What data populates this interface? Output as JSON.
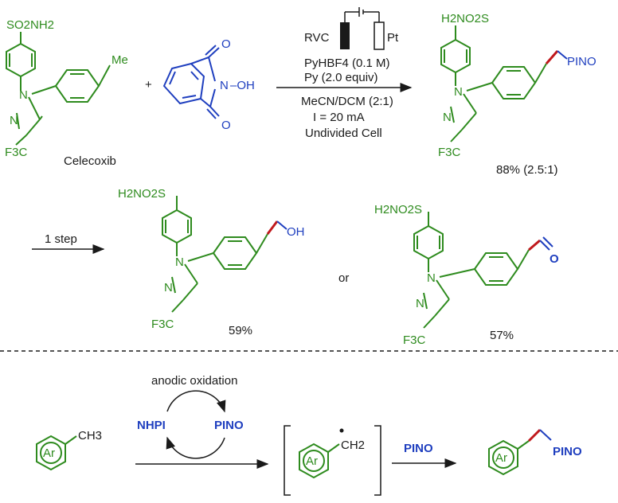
{
  "colors": {
    "green": "#2e8b1e",
    "blue": "#1f3fbf",
    "red": "#c0181c",
    "black": "#1a1a1a"
  },
  "celecoxib": {
    "so2nh2": "SO2NH2",
    "me": "Me",
    "n1": "N",
    "n2": "N",
    "f3c": "F3C",
    "name": "Celecoxib"
  },
  "nhpi_struct": {
    "o1": "O",
    "o2": "O",
    "n": "N",
    "oh": "–OH"
  },
  "plus": "+",
  "conditions": {
    "electrode_left": "RVC",
    "electrode_right": "Pt",
    "above": [
      "PyHBF4 (0.1 M)",
      "Py (2.0 equiv)"
    ],
    "below": [
      "MeCN/DCM (2:1)",
      "I = 20 mA",
      "Undivided Cell"
    ]
  },
  "product1": {
    "h2no2s": "H2NO2S",
    "pino": "PINO",
    "n1": "N",
    "n2": "N",
    "f3c": "F3C",
    "yield": "88% (2.5:1)"
  },
  "one_step": "1 step",
  "alcohol": {
    "h2no2s": "H2NO2S",
    "oh": "OH",
    "n1": "N",
    "n2": "N",
    "f3c": "F3C",
    "yield": "59%"
  },
  "or": "or",
  "aldehyde": {
    "h2no2s": "H2NO2S",
    "o": "O",
    "n1": "N",
    "n2": "N",
    "f3c": "F3C",
    "yield": "57%"
  },
  "mechanism": {
    "ar": "Ar",
    "ch3": "CH3",
    "anodic": "anodic oxidation",
    "nhpi": "NHPI",
    "pino_cycle": "PINO",
    "radical_ar": "Ar",
    "ch2": "CH2",
    "arrow_label": "PINO",
    "product_ar": "Ar",
    "product_pino": "PINO"
  }
}
